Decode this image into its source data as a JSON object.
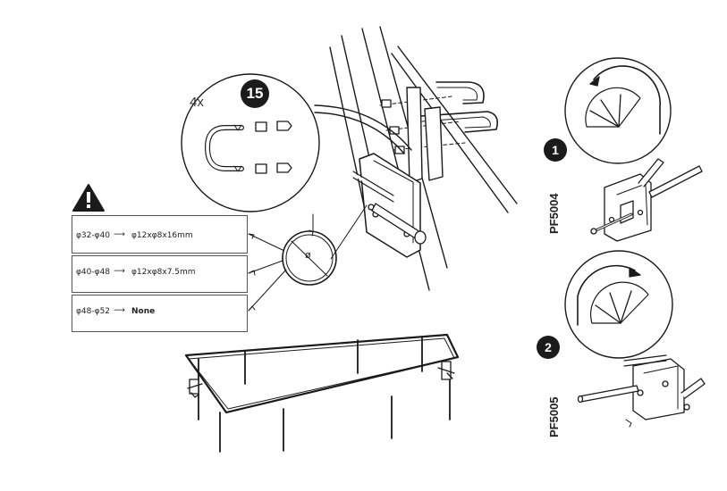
{
  "step": {
    "number": "15",
    "quantity": "4x"
  },
  "clamp_table": {
    "rows": [
      {
        "range": "φ32-φ40",
        "arrow": "⟶",
        "size": "φ12xφ8x16mm"
      },
      {
        "range": "φ40-φ48",
        "arrow": "⟶",
        "size": "φ12xφ8x7.5mm"
      },
      {
        "range": "φ48-φ52",
        "arrow": "⟶",
        "size": "None"
      }
    ]
  },
  "diameter_symbol": "ø",
  "options": [
    {
      "number": "1",
      "code": "PF5004"
    },
    {
      "number": "2",
      "code": "PF5005"
    }
  ],
  "icons": {
    "warning": "warning-triangle-icon",
    "rotate_ccw": "rotate-counterclockwise-icon",
    "rotate_cw": "rotate-clockwise-icon"
  },
  "colors": {
    "ink": "#1a1a1a",
    "badge": "#1b1b1b",
    "background": "#ffffff"
  }
}
